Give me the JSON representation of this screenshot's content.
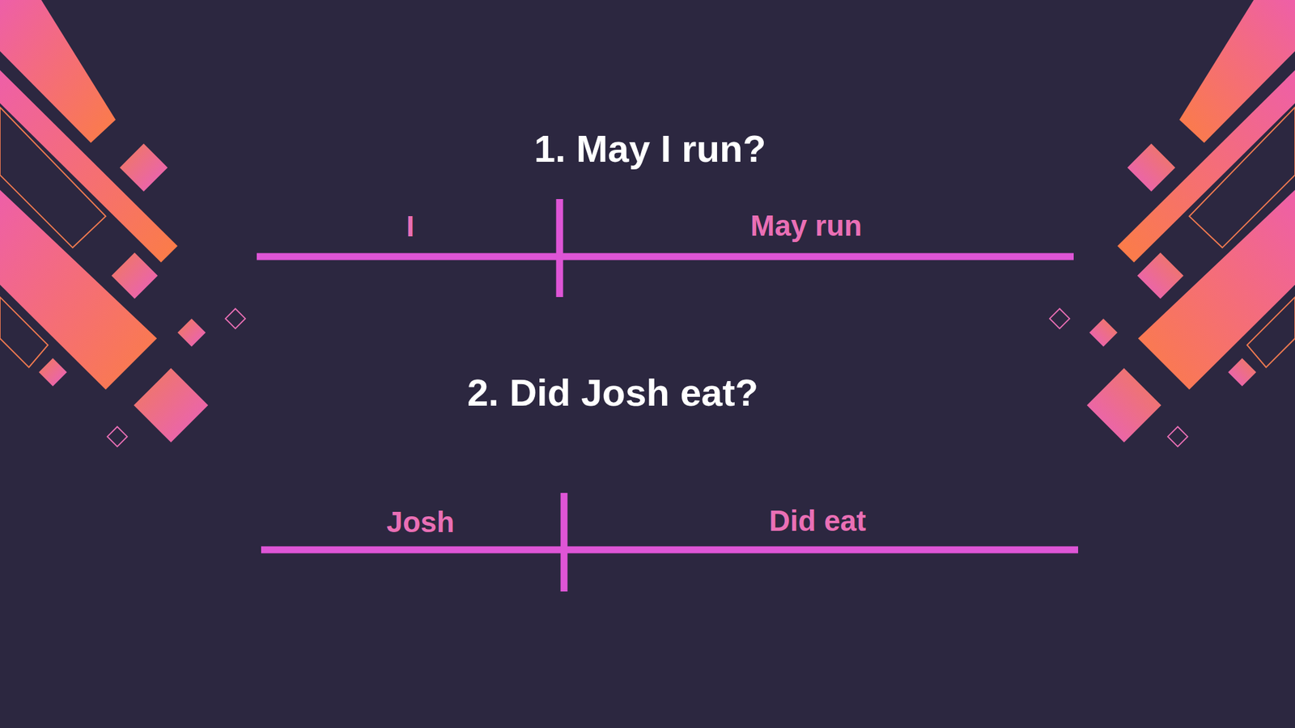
{
  "diagram": {
    "labels": [
      "1. May I run?",
      "I",
      "May run",
      "2. Did Josh eat?",
      "Josh",
      "Did eat"
    ]
  }
}
